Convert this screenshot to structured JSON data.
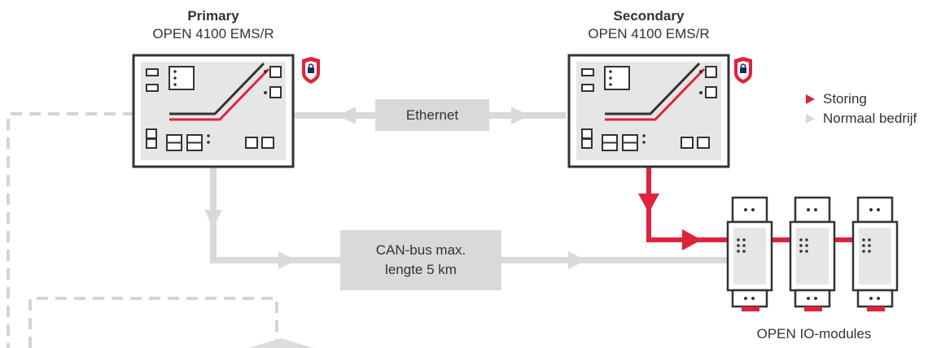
{
  "primary": {
    "title": "Primary",
    "model": "OPEN 4100 EMS/R"
  },
  "secondary": {
    "title": "Secondary",
    "model": "OPEN 4100 EMS/R"
  },
  "ethernet_label": "Ethernet",
  "canbus_label_line1": "CAN-bus max.",
  "canbus_label_line2": "lengte 5 km",
  "io_modules_label": "OPEN IO-modules",
  "legend": {
    "fault": "Storing",
    "normal": "Normaal bedrijf"
  },
  "colors": {
    "accent_red": "#e0233c",
    "line_grey": "#d9d9d9",
    "dashed_grey": "#d4d4d4",
    "label_box": "#d9d9d9",
    "outline": "#333333"
  }
}
